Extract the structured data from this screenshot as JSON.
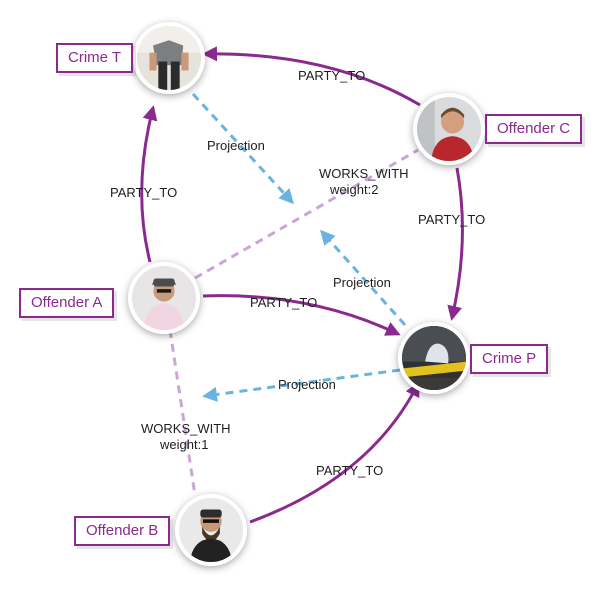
{
  "colors": {
    "relationship": "#8a2a8f",
    "works_with": "#c9a6d3",
    "projection": "#69b3e0",
    "label_border": "#8a2a8f"
  },
  "nodes": {
    "crime_t": {
      "label": "Crime T",
      "icon": "crime-t-photo"
    },
    "offender_c": {
      "label": "Offender C",
      "icon": "offender-c-photo"
    },
    "offender_a": {
      "label": "Offender A",
      "icon": "offender-a-photo"
    },
    "crime_p": {
      "label": "Crime P",
      "icon": "crime-p-photo"
    },
    "offender_b": {
      "label": "Offender B",
      "icon": "offender-b-photo"
    }
  },
  "edges": {
    "c_to_t": "PARTY_TO",
    "a_to_t": "PARTY_TO",
    "c_to_p": "PARTY_TO",
    "a_to_p": "PARTY_TO",
    "b_to_p": "PARTY_TO",
    "works_with_ac": {
      "type": "WORKS_WITH",
      "weight": "weight:2"
    },
    "works_with_ab": {
      "type": "WORKS_WITH",
      "weight": "weight:1"
    },
    "projection_t": "Projection",
    "projection_p_up": "Projection",
    "projection_p_left": "Projection"
  }
}
